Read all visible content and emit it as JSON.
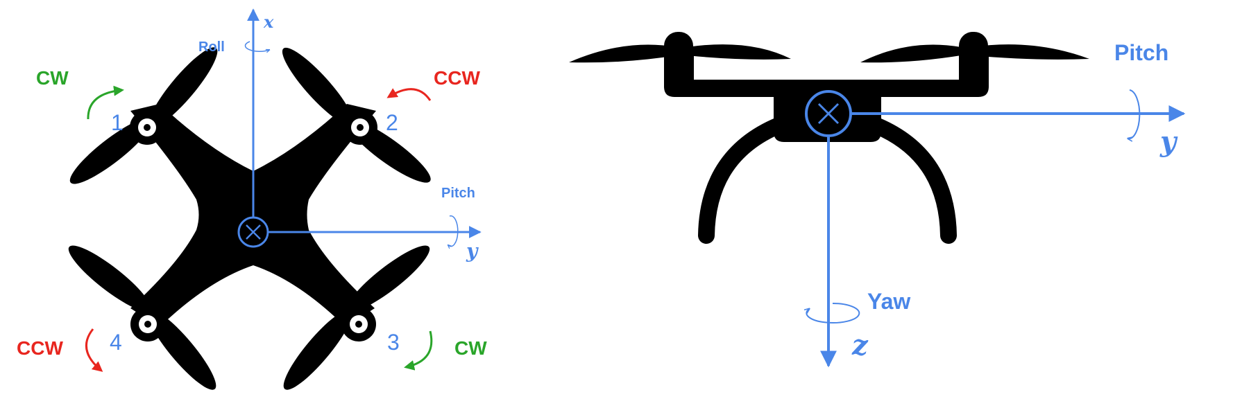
{
  "colors": {
    "axis_blue": "#4a86e8",
    "cw_green": "#2aa52a",
    "ccw_red": "#e8261f",
    "drone_black": "#000000"
  },
  "top_view": {
    "axes": {
      "x": "x",
      "y": "y"
    },
    "rotations": {
      "roll": "Roll",
      "pitch": "Pitch"
    },
    "motors": [
      {
        "number": "1",
        "direction": "CW"
      },
      {
        "number": "2",
        "direction": "CCW"
      },
      {
        "number": "3",
        "direction": "CW"
      },
      {
        "number": "4",
        "direction": "CCW"
      }
    ]
  },
  "side_view": {
    "axes": {
      "y": "y",
      "z": "z"
    },
    "rotations": {
      "pitch": "Pitch",
      "yaw": "Yaw"
    }
  }
}
